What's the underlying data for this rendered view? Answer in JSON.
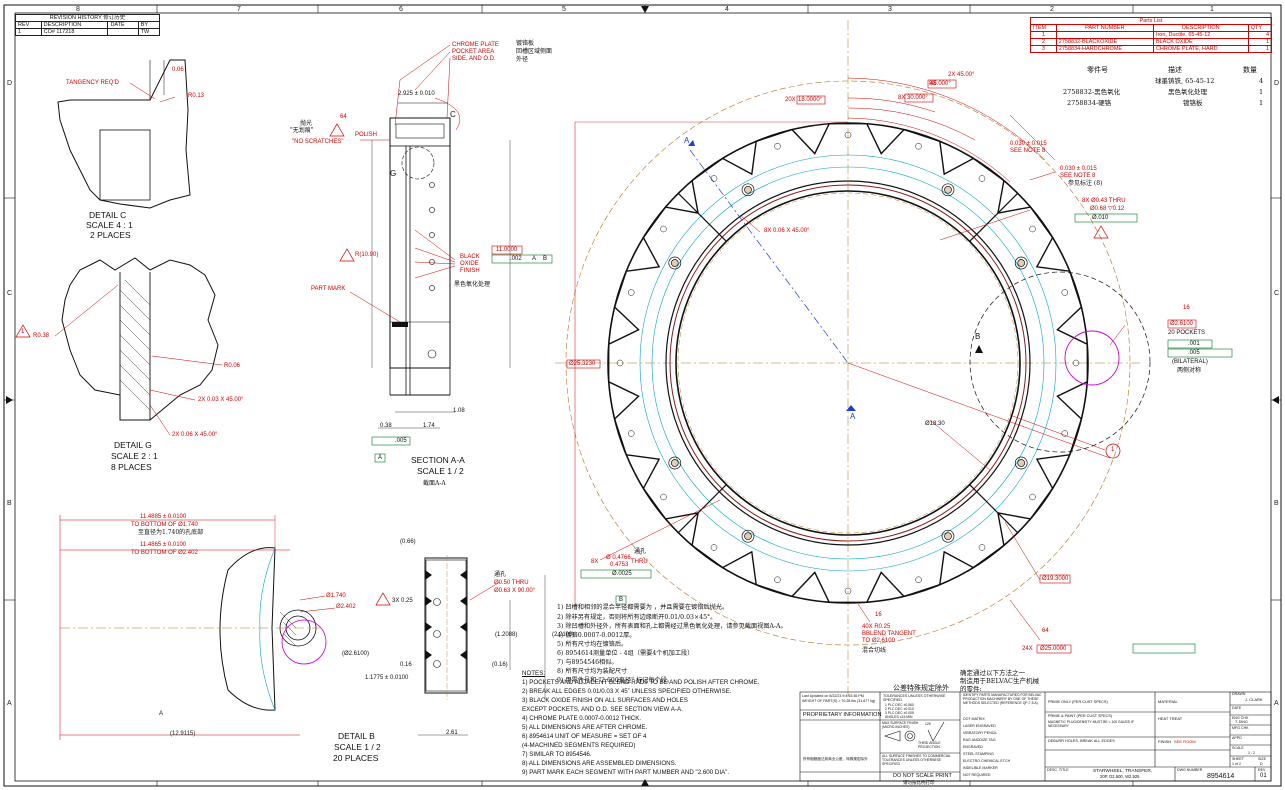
{
  "revision": {
    "title": "REVISION HISTORY",
    "title_cn": "修订历史",
    "headers": [
      "REV",
      "DESCRIPTION",
      "DATE",
      "BY"
    ],
    "rows": [
      [
        "1",
        "CO# 117218",
        "",
        "TW"
      ]
    ]
  },
  "parts_list": {
    "title": "Parts List",
    "headers": [
      "ITEM",
      "PART NUMBER",
      "DESCRIPTION",
      "QTY"
    ],
    "rows": [
      [
        "1",
        "",
        "Iron, Ductile, 65-45-12",
        "4"
      ],
      [
        "2",
        "2758832-BLACKOXIDE",
        "BLACK OXIDE",
        "1"
      ],
      [
        "3",
        "2758834-HARDCHROME",
        "CHROME PLATE, HARD",
        "1"
      ]
    ],
    "cn_headers": [
      "零件号",
      "描述",
      "数量"
    ],
    "cn_rows": [
      [
        "",
        "球墨铸铁, 65-45-12",
        "4"
      ],
      [
        "2758832-黑色氧化",
        "黑色氧化处理",
        "1"
      ],
      [
        "2758834-硬铬",
        "镀铬板",
        "1"
      ]
    ]
  },
  "zones_top": [
    "8",
    "7",
    "6",
    "5",
    "4",
    "3",
    "2",
    "1"
  ],
  "zones_side": [
    "D",
    "C",
    "B",
    "A"
  ],
  "detail_c": {
    "title": "DETAIL  C",
    "scale": "SCALE 4 : 1",
    "places": "2 PLACES",
    "tangency": "TANGENCY REQ'D",
    "dim1": "0.06",
    "dim2": "R0.13"
  },
  "detail_g": {
    "title": "DETAIL  G",
    "scale": "SCALE 2 : 1",
    "places": "8 PLACES",
    "r1": "R0.38",
    "r2": "R0.06",
    "ch1": "2X 0.03 X 45.00°",
    "ch2": "2X 0.06 X 45.00°",
    "flag": "1"
  },
  "detail_b": {
    "title": "DETAIL  B",
    "scale": "SCALE 1 / 2",
    "places": "20 PLACES",
    "d1": "11.4885 ± 0.0100",
    "d1_note": "TO BOTTOM OF Ø1.740",
    "d1_cn": "至直径为1.740的孔底部",
    "d2": "11.4865 ± 0.0100",
    "d2_note": "TO BOTTOM OF Ø2.402",
    "h1": "Ø1.740",
    "h2": "Ø2.402",
    "h3": "(Ø2.6100)",
    "bottom": "(12.9115)",
    "letter": "A"
  },
  "section_aa": {
    "title": "SECTION  A-A",
    "scale": "SCALE 1 / 2",
    "title_cn": "截面A-A",
    "chrome": [
      "CHROME PLATE",
      "POCKET AREA",
      "SIDE, AND O.D."
    ],
    "chrome_cn": [
      "镀铬板",
      "回槽区域侧面",
      "外径"
    ],
    "polish_cn": "抛光",
    "polish_cn2": "\"无划痕\"",
    "polish": "POLISH",
    "no_scratch": "\"NO SCRATCHES\"",
    "finish_num": "64",
    "dim_top": "2.925 ± 0.010",
    "letter_c": "C",
    "letter_g": "G",
    "radius": "R(10.90)",
    "part_mark": "PART MARK",
    "black_oxide": [
      "BLACK",
      "OXIDE",
      "FINISH"
    ],
    "black_oxide_cn": "黑色氧化处理",
    "d_038": "0.38",
    "d_174": "1.74",
    "d_108": "1.08",
    "flat": ".005",
    "datum": "A",
    "tol_box": "11.0000",
    "tol_par": ".002",
    "tol_a": "A",
    "tol_b": "B"
  },
  "segment_view": {
    "d1": "(0.66)",
    "d2": "3X 0.25",
    "d3": "(1.2088)",
    "d4": "(2.2100)",
    "d5": "0.16",
    "d6": "(0.16)",
    "d7": "1.1775 ± 0.0100",
    "d8": "2.61",
    "thru": "Ø0.50 THRU",
    "thru_cn": "通孔",
    "cb": "Ø0.63 X 90.00°",
    "hole_qty": "8X",
    "hole1": "Ø 0.4766",
    "hole2": "0.4753",
    "hole_thru": "THRU",
    "hole_tol": "Ø.0025",
    "datum_b": "B"
  },
  "main_view": {
    "od": "Ø25.3230",
    "id": "Ø18.30",
    "bc": "Ø19.3000",
    "root": "Ø25.0000",
    "root_qty": "24X",
    "ch": "8X 0.06 X 45.00°",
    "pocket_box": "Ø2.6100",
    "pocket_qty": "20 POCKETS",
    "pocket_tol1": ".001",
    "pocket_tol2": ".005",
    "bilateral": "(BILATERAL)",
    "bilateral_cn": "两侧对称",
    "holes": "8X Ø0.43 THRU",
    "holes2": "Ø0.68 ▽0.12",
    "holes_tol": "Ø.010",
    "chamfer2": "2X 45.00°",
    "ang1": "20X",
    "ang1v": "18.0000°",
    "ang2": "8X",
    "ang2v": "45.000°",
    "ang3": "8X",
    "ang3v": "30.000°",
    "note8a": "0.030 ± 0.015",
    "note8b": "SEE NOTE 8",
    "note8c": "0.030 ± 0.015",
    "note8d": "SEE NOTE 8",
    "note8cn": "参见标注 (8)",
    "blend": "40X R0.25",
    "blend2": "BBLEND TANGENT",
    "blend3": "TO Ø2.6100",
    "blend_cn": "混合切线",
    "label_a": "A",
    "label_b": "B",
    "flag": "1",
    "finish16": "16",
    "finish64": "64"
  },
  "notes_cn": [
    "1) 凹槽和相邻的混合半径都需要为    ，并且需要在镀铬后抛光。",
    "2) 除非另有规定，否则将所有边缘断开0.01/0.03×45°。",
    "3) 除凹槽和外径外，所有表面和孔上都需经过黑色氧化处理，请参见截面视图A-A。",
    "4) 镀铬0.0007-0.0012厚。",
    "5) 所有尺寸均在镀铬后。",
    "6) 8954614测量单位 - 4组（需要4个机加工段）",
    "7) 与8954546相似。",
    "8) 所有尺寸均为装配尺寸",
    "9) 用零件号和 \"2.600直径\" 标记每个段。"
  ],
  "notes_title": "NOTES:",
  "notes": [
    "1) POCKETS AND ADJACENT BLEND RADII TO BE      AND POLISH AFTER CHROME.",
    "2) BREAK ALL EDGES 0.01/0.03 X 45˚ UNLESS SPECIFIED OTHERWISE.",
    "3) BLACK OXIDE FINISH ON ALL SURFACES AND HOLES",
    "    EXCEPT POCKETS, AND O.D. SEE SECTION VIEW A-A.",
    "4) CHROME PLATE 0.0007-0.0012 THICK.",
    "5) ALL DIMENSIONS ARE AFTER CHROME.",
    "6) 8954614 UNIT OF MEASURE = SET OF 4",
    "    (4-MACHINED SEGMENTS REQUIRED)",
    "7) SIMILAR TO 8954546.",
    "8) ALL DIMENSIONS ARE ASSEMBLED DIMENSIONS.",
    "9) PART MARK EACH SEGMENT WITH PART NUMBER AND \"2.600 DIA\"."
  ],
  "title_block": {
    "cn_sec": "公差特殊规定除外",
    "cn_method": "确定通过以下方法之一",
    "cn_method2": "制造用于BELVAC生产机械",
    "cn_method3": "的零件:",
    "last_updated": "Last Updated on 8/22/23 9:4:53:36 PM",
    "weight": "WEIGHT OF PART(S) = 70.28 lbs (31.877 kg)",
    "proprietary": "PROPRIETARY INFORMATION",
    "tol_title": "TOLERANCES UNLESS OTHERWISE SPECIFIED",
    "tol_rows": [
      "1 PLC DEC   ±0.060",
      "2 PLC DEC   ±0.010",
      "3 PLC DEC   ±0.005",
      "ANGLES      ±15 MIN"
    ],
    "surface": "MAX SURFACE FINISH (MICRO-INCHES)",
    "surface_val": "125",
    "third_angle": "THIRD ANGLE PROJECTION",
    "commercial": "ALL SURFACE FINISHES TO COMMERCIAL TOLERANCES UNLESS OTHERWISE SPECIFIED",
    "cn_comm": "所有粗糙度达到商业公差，特殊规定除外",
    "no_scale": "DO NOT SCALE PRINT",
    "no_scale_cn": "请勿按比例打印",
    "identify": "IDENTIFY PARTS MANUFACTURED FOR BELVAC PRODUCTION MACHINERY BY ONE OF THESE METHODS SELECTED (REFERENCE QP-7.5.A)",
    "methods": [
      "DOT MATRIX",
      "LASER ENGRAVED",
      "VIBRATORY PENCIL",
      "RAG ANODIZE TAG",
      "ENGRAVED",
      "STEEL STAMPING",
      "ELECTRO CHEMICAL ETCH",
      "INDELIBLE MARKER",
      "NOT REQUIRED"
    ],
    "prime": [
      "PRIME ONLY (PER CUST SPECS)",
      "PRIME & PAINT (PER CUST SPECS)",
      "MAGNETIC PLUG/DENSITY MUST BE < 100 GAUSS IF NECESSARY",
      "DEBURR HOLES, BREAK ALL EDGES"
    ],
    "material": "MATERIAL",
    "heat_treat": "HEAT TREAT",
    "finish": "FINISH",
    "finish_val": "SEE ROOM",
    "drawn": "DRAWN",
    "drawn_val": "J. CLARK",
    "date": "DATE",
    "eng": "ENG CHK",
    "eng_val": "T. DING",
    "mfg": "MFG CHK",
    "appd": "APPD",
    "scale": "SCALE",
    "scale_val": "1 : 2",
    "sheet": "SHEET",
    "sheet_val": "1 of 2",
    "size": "SIZE",
    "size_val": "D",
    "desc_title": "DESC. TITLE",
    "desc": "STARWHEEL, TRANSFER,",
    "desc2": "20P, D2.600, W2.925",
    "dwg": "DWG NUMBER",
    "dwg_val": "8954614",
    "rev": "REV",
    "rev_val": "01"
  },
  "colors": {
    "red": "#d40000",
    "green": "#007a1e",
    "cyan": "#00a6c8",
    "blue": "#1a3fd6",
    "brown": "#b2741b",
    "magenta": "#d000d0",
    "ink": "#111111"
  }
}
